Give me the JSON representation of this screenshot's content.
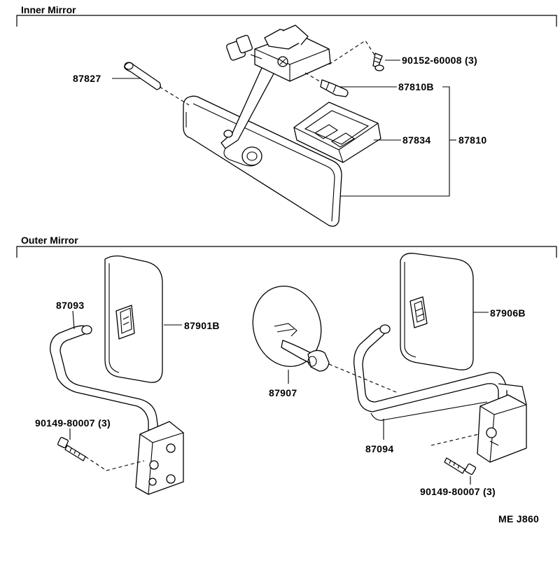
{
  "sections": {
    "inner": {
      "title": "Inner Mirror"
    },
    "outer": {
      "title": "Outer Mirror"
    }
  },
  "labels": {
    "p87827": "87827",
    "p90152": "90152-60008 (3)",
    "p87810B": "87810B",
    "p87834": "87834",
    "p87810": "87810",
    "p87093": "87093",
    "p87901B": "87901B",
    "p90149a": "90149-80007 (3)",
    "p87907": "87907",
    "p87906B": "87906B",
    "p87094": "87094",
    "p90149b": "90149-80007 (3)"
  },
  "footer": {
    "code": "ME J860"
  }
}
